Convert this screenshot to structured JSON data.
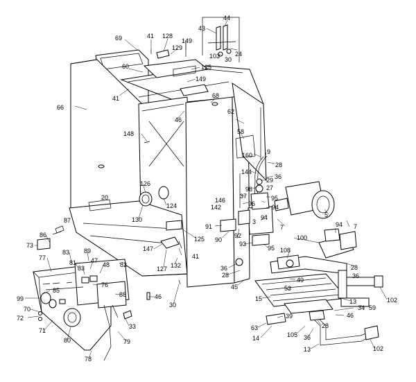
{
  "labels": [
    {
      "id": "l69",
      "text": "69"
    },
    {
      "id": "l41a",
      "text": "41"
    },
    {
      "id": "l128",
      "text": "128"
    },
    {
      "id": "l149a",
      "text": "149"
    },
    {
      "id": "l129",
      "text": "129"
    },
    {
      "id": "l60",
      "text": "60"
    },
    {
      "id": "l125a",
      "text": "125"
    },
    {
      "id": "l149b",
      "text": "149"
    },
    {
      "id": "l41b",
      "text": "41"
    },
    {
      "id": "l66",
      "text": "66"
    },
    {
      "id": "l68",
      "text": "68"
    },
    {
      "id": "l46a",
      "text": "46"
    },
    {
      "id": "l148",
      "text": "148"
    },
    {
      "id": "l43",
      "text": "43"
    },
    {
      "id": "l44",
      "text": "44"
    },
    {
      "id": "l103",
      "text": "103"
    },
    {
      "id": "l24",
      "text": "24"
    },
    {
      "id": "l30a",
      "text": "30"
    },
    {
      "id": "l62",
      "text": "62"
    },
    {
      "id": "l58",
      "text": "58"
    },
    {
      "id": "l9",
      "text": "9"
    },
    {
      "id": "l160",
      "text": "160"
    },
    {
      "id": "l28a",
      "text": "28"
    },
    {
      "id": "l144",
      "text": "144"
    },
    {
      "id": "l36a",
      "text": "36"
    },
    {
      "id": "l29",
      "text": "29"
    },
    {
      "id": "l98",
      "text": "98"
    },
    {
      "id": "l27",
      "text": "27"
    },
    {
      "id": "l37",
      "text": "37"
    },
    {
      "id": "l146",
      "text": "146"
    },
    {
      "id": "l95a",
      "text": "95"
    },
    {
      "id": "l142",
      "text": "142"
    },
    {
      "id": "l96",
      "text": "96"
    },
    {
      "id": "l94a",
      "text": "94"
    },
    {
      "id": "l126",
      "text": "126"
    },
    {
      "id": "l20",
      "text": "20"
    },
    {
      "id": "l124",
      "text": "124"
    },
    {
      "id": "l5",
      "text": "5"
    },
    {
      "id": "l7a",
      "text": "7"
    },
    {
      "id": "l7b",
      "text": "7"
    },
    {
      "id": "l130",
      "text": "130"
    },
    {
      "id": "l3",
      "text": "3"
    },
    {
      "id": "l94b",
      "text": "94"
    },
    {
      "id": "l87",
      "text": "87"
    },
    {
      "id": "l91",
      "text": "91"
    },
    {
      "id": "l92",
      "text": "92"
    },
    {
      "id": "l90",
      "text": "90"
    },
    {
      "id": "l125b",
      "text": "125"
    },
    {
      "id": "l94c",
      "text": "94"
    },
    {
      "id": "l100",
      "text": "100"
    },
    {
      "id": "l86",
      "text": "86"
    },
    {
      "id": "l93",
      "text": "93"
    },
    {
      "id": "l73",
      "text": "73"
    },
    {
      "id": "l147",
      "text": "147"
    },
    {
      "id": "l95b",
      "text": "95"
    },
    {
      "id": "l83a",
      "text": "83"
    },
    {
      "id": "l89",
      "text": "89"
    },
    {
      "id": "l108",
      "text": "108"
    },
    {
      "id": "l41c",
      "text": "41"
    },
    {
      "id": "l77",
      "text": "77"
    },
    {
      "id": "l81",
      "text": "81"
    },
    {
      "id": "l47",
      "text": "47"
    },
    {
      "id": "l127",
      "text": "127"
    },
    {
      "id": "l132",
      "text": "132"
    },
    {
      "id": "l82",
      "text": "82"
    },
    {
      "id": "l28b",
      "text": "28"
    },
    {
      "id": "l83b",
      "text": "83"
    },
    {
      "id": "l48",
      "text": "48"
    },
    {
      "id": "l36b",
      "text": "36"
    },
    {
      "id": "l28c",
      "text": "28"
    },
    {
      "id": "l36c",
      "text": "36"
    },
    {
      "id": "l45",
      "text": "45"
    },
    {
      "id": "l49",
      "text": "49"
    },
    {
      "id": "l85",
      "text": "85"
    },
    {
      "id": "l76",
      "text": "76"
    },
    {
      "id": "l53",
      "text": "53"
    },
    {
      "id": "l88",
      "text": "88"
    },
    {
      "id": "l46b",
      "text": "46"
    },
    {
      "id": "l13a",
      "text": "13"
    },
    {
      "id": "l99",
      "text": "99"
    },
    {
      "id": "l15",
      "text": "15"
    },
    {
      "id": "l102a",
      "text": "102"
    },
    {
      "id": "l30b",
      "text": "30"
    },
    {
      "id": "l34",
      "text": "34"
    },
    {
      "id": "l59",
      "text": "59"
    },
    {
      "id": "l70",
      "text": "70"
    },
    {
      "id": "l72",
      "text": "72"
    },
    {
      "id": "l39",
      "text": "39"
    },
    {
      "id": "l46c",
      "text": "46"
    },
    {
      "id": "l33",
      "text": "33"
    },
    {
      "id": "l71",
      "text": "71"
    },
    {
      "id": "l63",
      "text": "63"
    },
    {
      "id": "l28d",
      "text": "28"
    },
    {
      "id": "l80",
      "text": "80"
    },
    {
      "id": "l14",
      "text": "14"
    },
    {
      "id": "l105",
      "text": "105"
    },
    {
      "id": "l36d",
      "text": "36"
    },
    {
      "id": "l79",
      "text": "79"
    },
    {
      "id": "l13b",
      "text": "13"
    },
    {
      "id": "l102b",
      "text": "102"
    },
    {
      "id": "l78",
      "text": "78"
    }
  ]
}
